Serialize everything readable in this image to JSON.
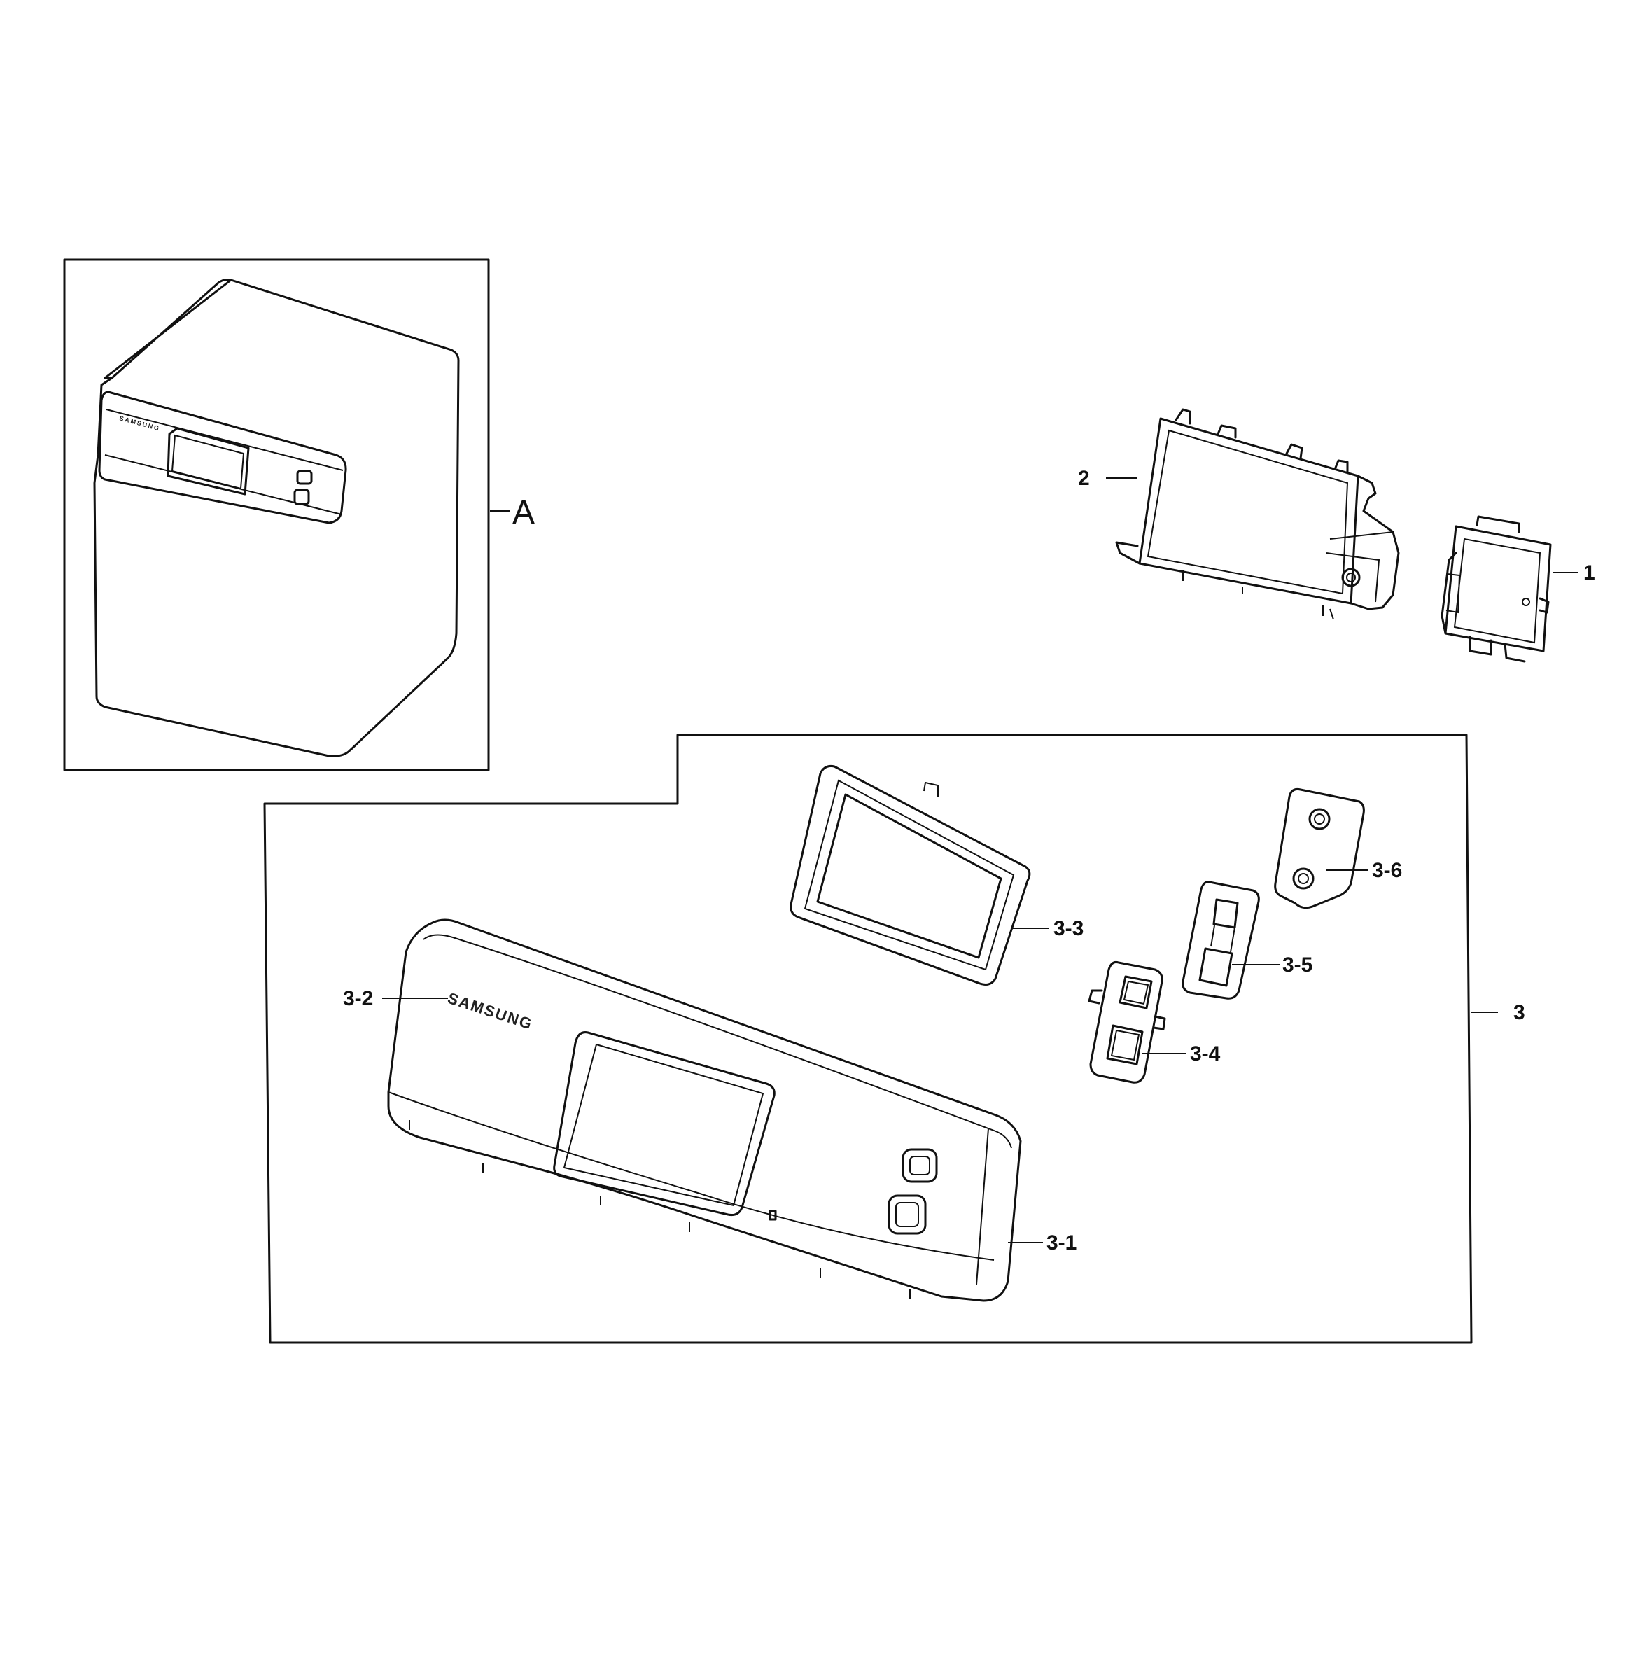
{
  "callouts": {
    "A": "A",
    "part_1": "1",
    "part_2": "2",
    "part_3": "3",
    "part_3_1": "3-1",
    "part_3_2": "3-2",
    "part_3_3": "3-3",
    "part_3_4": "3-4",
    "part_3_5": "3-5",
    "part_3_6": "3-6"
  },
  "brand": {
    "logo_text": "SAMSUNG"
  }
}
